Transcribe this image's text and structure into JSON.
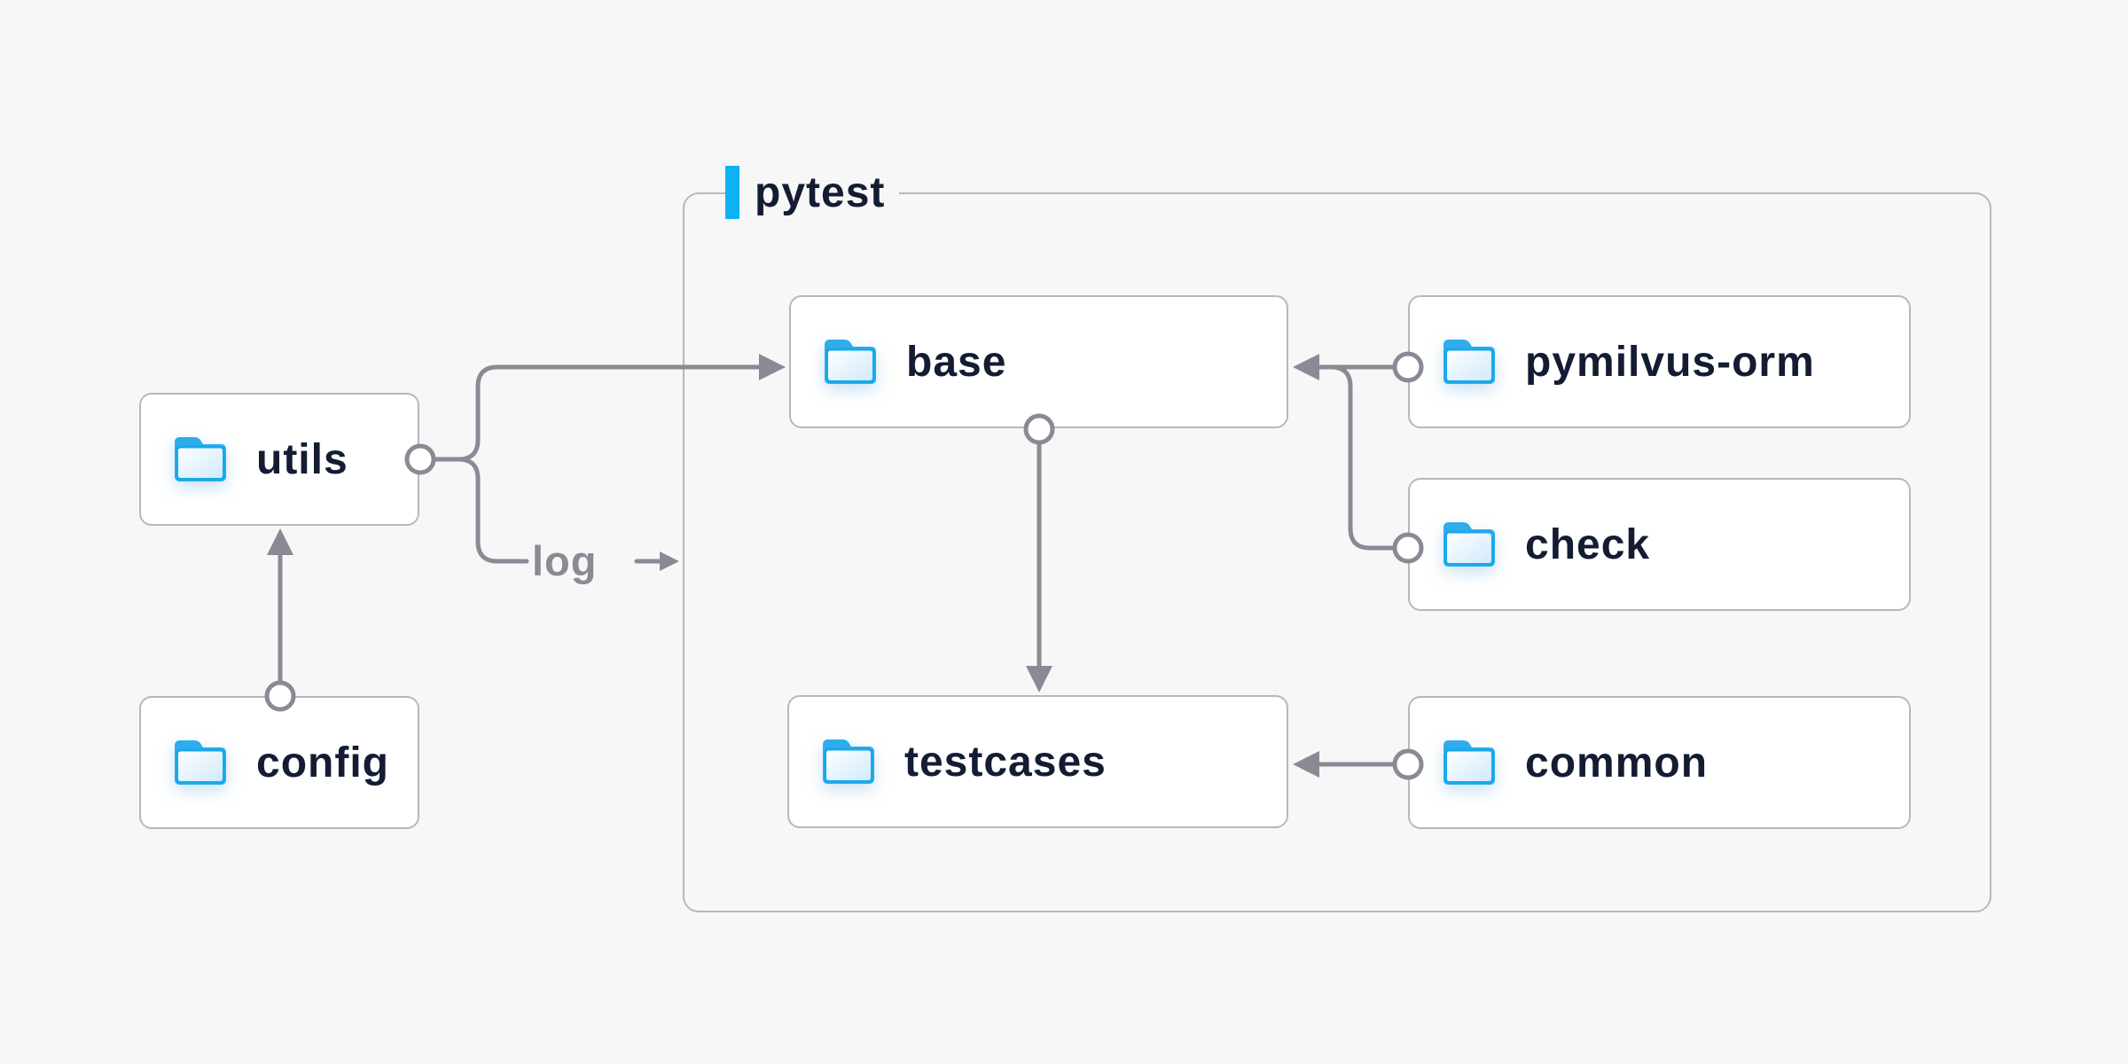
{
  "page": {
    "background": "#f7f7f8"
  },
  "colors": {
    "page_bg": "#f7f7f8",
    "accent_blue": "#0db2f0",
    "folder_blue": "#18a8ec",
    "line_gray": "#8a8a95",
    "box_border": "#b7b7c2",
    "text_navy": "#131c33"
  },
  "group": {
    "label": "pytest"
  },
  "nodes": [
    {
      "id": "utils",
      "label": "utils",
      "icon": "folder-icon"
    },
    {
      "id": "config",
      "label": "config",
      "icon": "folder-icon"
    },
    {
      "id": "base",
      "label": "base",
      "icon": "folder-icon"
    },
    {
      "id": "pymilvus-orm",
      "label": "pymilvus-orm",
      "icon": "folder-icon"
    },
    {
      "id": "check",
      "label": "check",
      "icon": "folder-icon"
    },
    {
      "id": "testcases",
      "label": "testcases",
      "icon": "folder-icon"
    },
    {
      "id": "common",
      "label": "common",
      "icon": "folder-icon"
    }
  ],
  "edges": [
    {
      "from": "utils",
      "to": "base"
    },
    {
      "from": "utils",
      "to": "pytest-group",
      "label": "log"
    },
    {
      "from": "config",
      "to": "utils"
    },
    {
      "from": "base",
      "to": "testcases"
    },
    {
      "from": "pymilvus-orm",
      "to": "base"
    },
    {
      "from": "check",
      "to": "base"
    },
    {
      "from": "common",
      "to": "testcases"
    }
  ]
}
